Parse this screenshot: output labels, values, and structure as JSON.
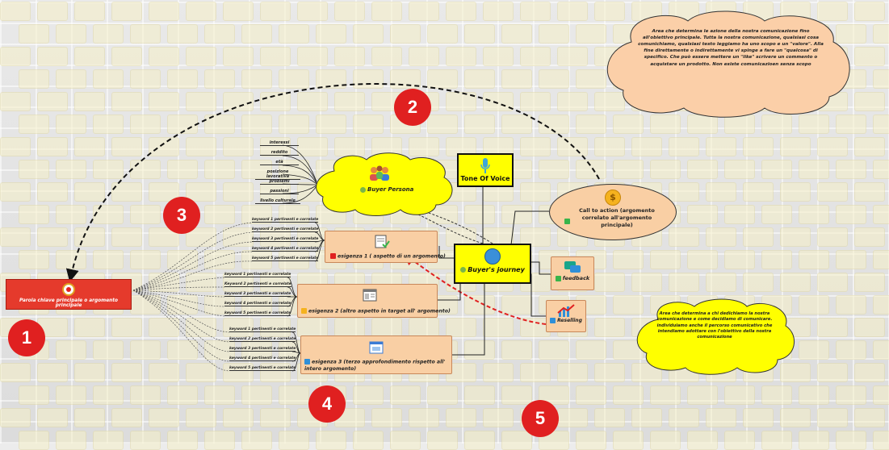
{
  "main": {
    "main_keyword": "Parola chiave principale o argomento principale",
    "center": "Buyer's journey",
    "tone_of_voice": "Tone Of Voice",
    "buyer_persona": "Buyer Persona",
    "call_to_action": "Call to action (argomento correlato all'argomento principale)",
    "feedback": "feedback",
    "reselling": "Reselling"
  },
  "persona_attributes": [
    "interessi",
    "reddito",
    "età",
    "posizione lavorativa",
    "problemi",
    "passioni",
    "livello culturale"
  ],
  "needs": [
    {
      "label": "esigenza 1 ( aspetto di un argomento)",
      "keywords": [
        "keyword 1 pertinenti e correlate",
        "keyword 2 pertinenti e correlate",
        "keyword 3 pertinenti e correlate",
        "keyword 4 pertinenti e correlate",
        "keyword 5 pertinenti e correlate"
      ]
    },
    {
      "label": "esigenza 2 (altro aspetto in target all' argomento)",
      "keywords": [
        "keyword 1 pertinenti e correlate",
        "Keyword 2 pertinenti e correlate",
        "keyword 3 pertinenti e correlate",
        "keyword 4 pertinenti e correlate",
        "keyword 5 pertinenti e correlate"
      ]
    },
    {
      "label": "esigenza 3 (terzo approfondimento rispetto all' intero argomento)",
      "keywords": [
        "keyword 1 pertinenti e correlate",
        "keyword 2 pertinenti e correlate",
        "keyword 3 pertinenti e correlate",
        "keyword 4 pertinenti e correlate",
        "keyword 5 pertinenti e correlate"
      ]
    }
  ],
  "notes": {
    "top_cloud": "Area che determina le azione della nostra comunicazione fino all'obiettivo principale. Tutta la nostra comunicazione, qualsiasi cosa comunichiamo, qualsiasi testo leggiamo ha uno scopo e un \"valore\". Alla fine direttamente o indirettamente vi spinge a fare un \"qualcosa\" di specifico. Che può essere mettere un \"like\" scrivere un commento o acquistare un prodotto. Non esiste comunicazioen senza scopo",
    "bottom_cloud": "Area che determina a chi dedichiamo la nostra comunicazione e come decidiamo di comunicare. individuiamo anche il percorso comunicativo che intendiamo adottare con l'obiettivo della nostra comunicazione"
  },
  "markers": [
    "1",
    "2",
    "3",
    "4",
    "5"
  ],
  "colors": {
    "red": "#e02020",
    "orange": "#f9cfa4",
    "yellow": "#ffff00",
    "cloud_orange": "#fbcfa8"
  },
  "icons": [
    "target-search-icon",
    "people-icon",
    "microphone-icon",
    "coin-icon",
    "globe-icon",
    "chat-icon",
    "chart-up-icon",
    "document-check-icon",
    "layout-icon",
    "window-icon"
  ]
}
